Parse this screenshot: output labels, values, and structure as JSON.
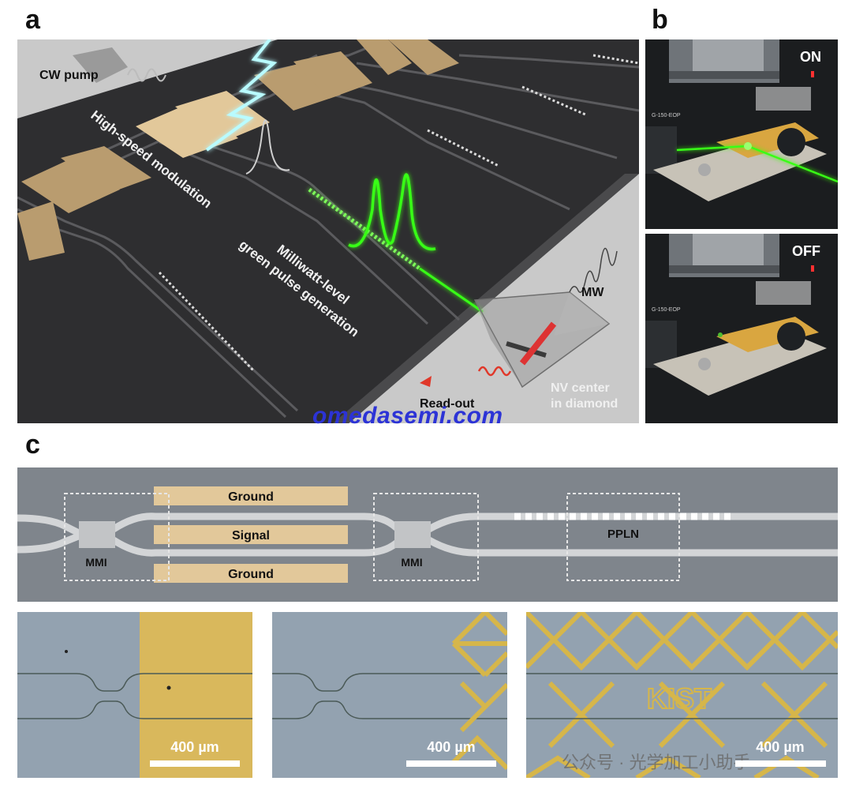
{
  "panel_letters": {
    "a": "a",
    "b": "b",
    "c": "c"
  },
  "panel_a": {
    "labels": {
      "cw_pump": "CW pump",
      "modulation": "High-speed modulation",
      "pulse_line1": "Milliwatt-level",
      "pulse_line2": "green pulse generation",
      "mw": "MW",
      "readout": "Read-out",
      "nv_line1": "NV center",
      "nv_line2": "in diamond"
    }
  },
  "panel_b": {
    "top_label": "ON",
    "bottom_label": "OFF",
    "chip_text": "G-150-EOP"
  },
  "watermark": "omedasemi.com",
  "panel_c": {
    "electrodes": {
      "top": "Ground",
      "middle": "Signal",
      "bottom": "Ground"
    },
    "mmi_left": "MMI",
    "mmi_right": "MMI",
    "ppln": "PPLN",
    "scale_bars": [
      "400 µm",
      "400 µm",
      "400 µm"
    ],
    "logo": "KIST",
    "wechat_label": "公众号 · 光学加工小助手"
  },
  "colors": {
    "chip_dark": "#2e2e30",
    "electrode_gold": "#e2c89a",
    "green_pulse": "#39ff14",
    "schematic_bg": "#7f858c",
    "microscope_bg": "#93a2b0",
    "metal_yellow": "#d6b64a",
    "watermark_blue": "#2c33d6"
  }
}
